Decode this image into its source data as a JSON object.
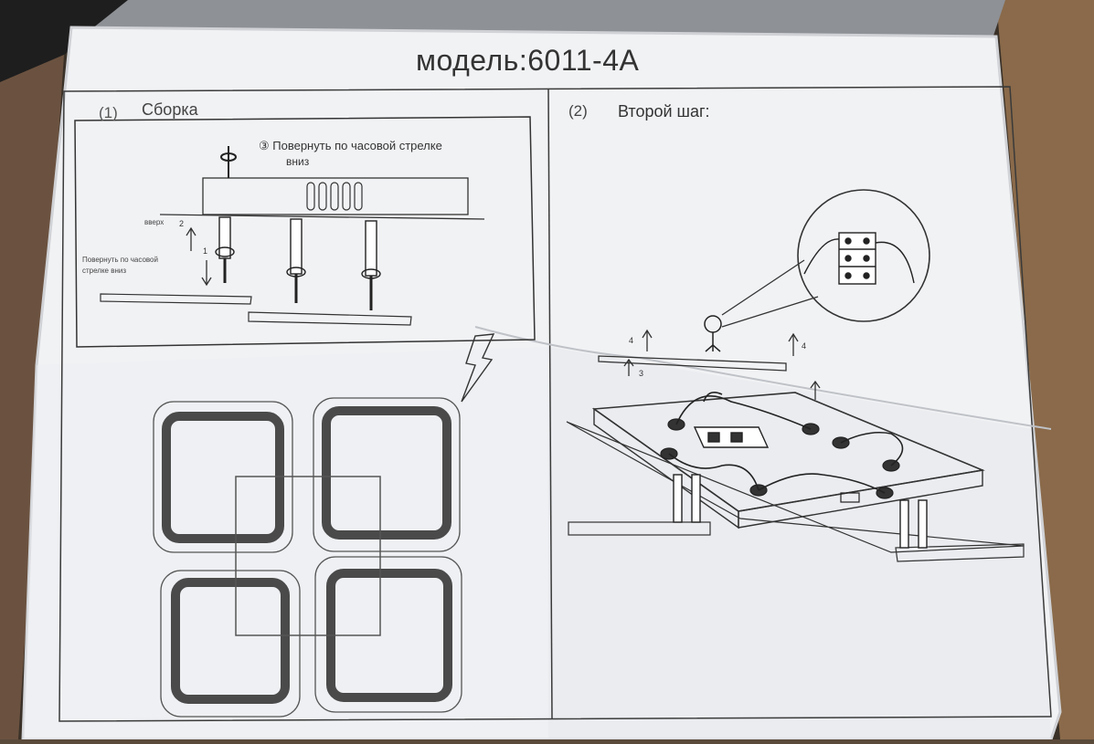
{
  "manual": {
    "title": "модель:6011-4A",
    "step1": {
      "number": "(1)",
      "title": "Сборка",
      "note_rotate_down_line1": "③ Повернуть по часовой стрелке",
      "note_rotate_down_line2": "вниз",
      "note_up": "вверх",
      "note_rotate_line1": "Повернуть по часовой",
      "note_rotate_line2": "стрелке вниз",
      "marker_1": "1",
      "marker_2": "2"
    },
    "step2": {
      "number": "(2)",
      "title": "Второй шаг:",
      "marker_3": "3",
      "marker_4": "4"
    }
  },
  "colors": {
    "paper": "#f2f3f5",
    "paper_shadow": "#d9dbdf",
    "cardboard": "#8a6a4a",
    "dark_background": "#2e2e2e",
    "line_art": "#2b2b2b",
    "square_frame": "#4a4a4a"
  }
}
